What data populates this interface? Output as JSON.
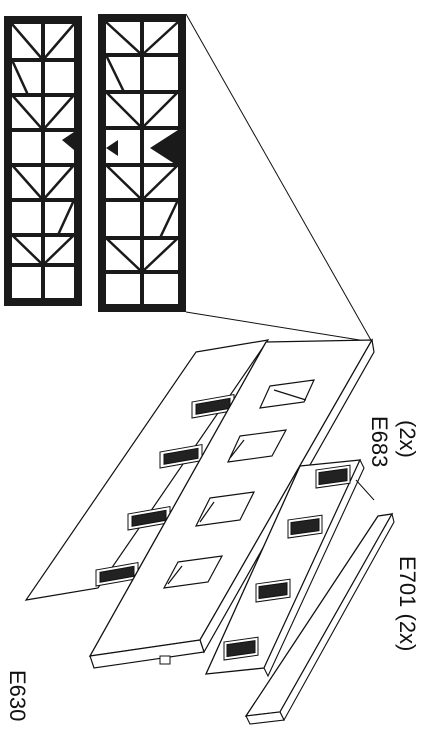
{
  "labels": {
    "sub_count": "(2x)",
    "sub_part": "E683",
    "side_part": "E701 (2x)",
    "main_part": "E630"
  },
  "colors": {
    "ink": "#111111",
    "paper": "#ffffff"
  }
}
